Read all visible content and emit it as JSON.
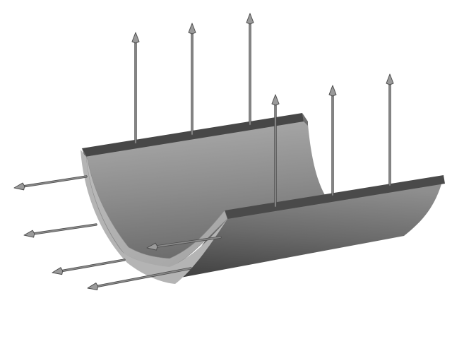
{
  "figure": {
    "background": "#ffffff",
    "object": "half-pipe-shell",
    "colors": {
      "inner_surface_light": "#a8a8a8",
      "inner_surface_dark": "#6e6e6e",
      "outer_surface_light": "#8f8f8f",
      "outer_surface_dark": "#3e3e3e",
      "rim_top": "#4a4a4a",
      "end_cap": "#b6b6b6",
      "arrow_shaft": "#8a8a8a",
      "arrow_head": "#9a9a9a",
      "arrow_outline": "#4d4d4d"
    },
    "arrow_sets": [
      {
        "name": "rim-upward-arrows",
        "count": 6,
        "direction": "up"
      },
      {
        "name": "front-edge-outward-arrows",
        "count": 5,
        "direction": "left"
      }
    ]
  }
}
